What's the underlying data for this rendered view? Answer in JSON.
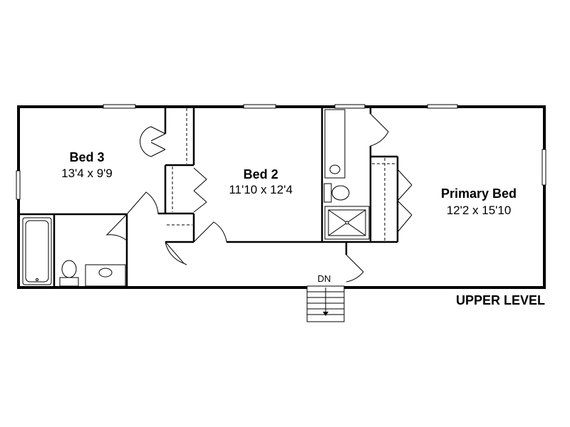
{
  "rooms": {
    "bed3": {
      "name": "Bed 3",
      "dims": "13'4 x 9'9"
    },
    "bed2": {
      "name": "Bed 2",
      "dims": "11'10 x 12'4"
    },
    "primary": {
      "name": "Primary Bed",
      "dims": "12'2 x 15'10"
    }
  },
  "stairs": {
    "label": "DN"
  },
  "level_label": "UPPER LEVEL"
}
